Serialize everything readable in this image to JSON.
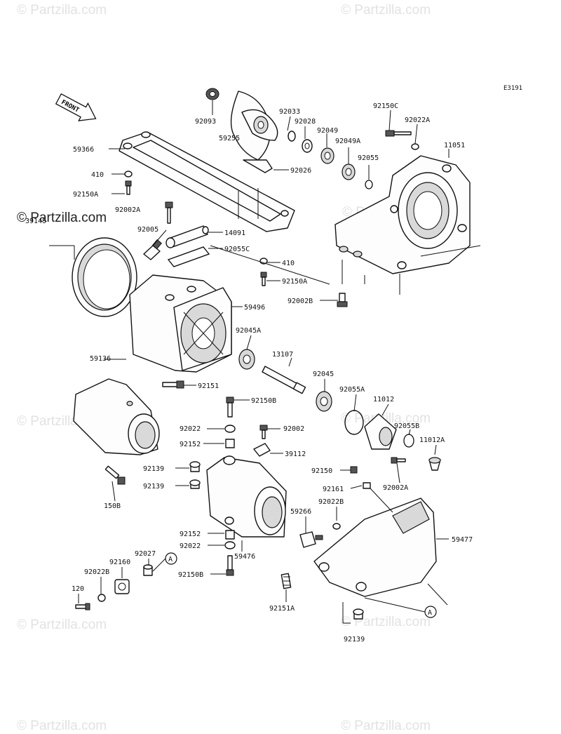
{
  "diagram": {
    "code": "E3191",
    "front_label": "FRONT",
    "watermarks": [
      "© Partzilla.com",
      "© Partzilla.com",
      "© Partzilla.com",
      "© Partzilla.com",
      "© Partzilla.com",
      "© Partzilla.com",
      "© Partzilla.com",
      "© Partzilla.com",
      "© Partzilla.com"
    ],
    "watermark_strong": "© Partzilla.com",
    "callouts": [
      "A",
      "A"
    ],
    "labels": [
      "92093",
      "59255",
      "92033",
      "92028",
      "92049",
      "92049A",
      "92055",
      "92150C",
      "92022A",
      "11051",
      "59366",
      "92026",
      "410",
      "92150A",
      "92002A",
      "39145",
      "92005",
      "14091",
      "92055C",
      "410",
      "92150A",
      "92002B",
      "59496",
      "92045A",
      "59136",
      "13107",
      "92045",
      "92151",
      "92150B",
      "92055A",
      "11012",
      "92055B",
      "92022",
      "92002",
      "92152",
      "39112",
      "11012A",
      "92139",
      "92139",
      "92150",
      "92002A",
      "92161",
      "150B",
      "59266",
      "92022B",
      "59477",
      "92152",
      "92022",
      "59476",
      "92027",
      "92160",
      "92022B",
      "92150B",
      "120",
      "92151A",
      "92139"
    ]
  }
}
